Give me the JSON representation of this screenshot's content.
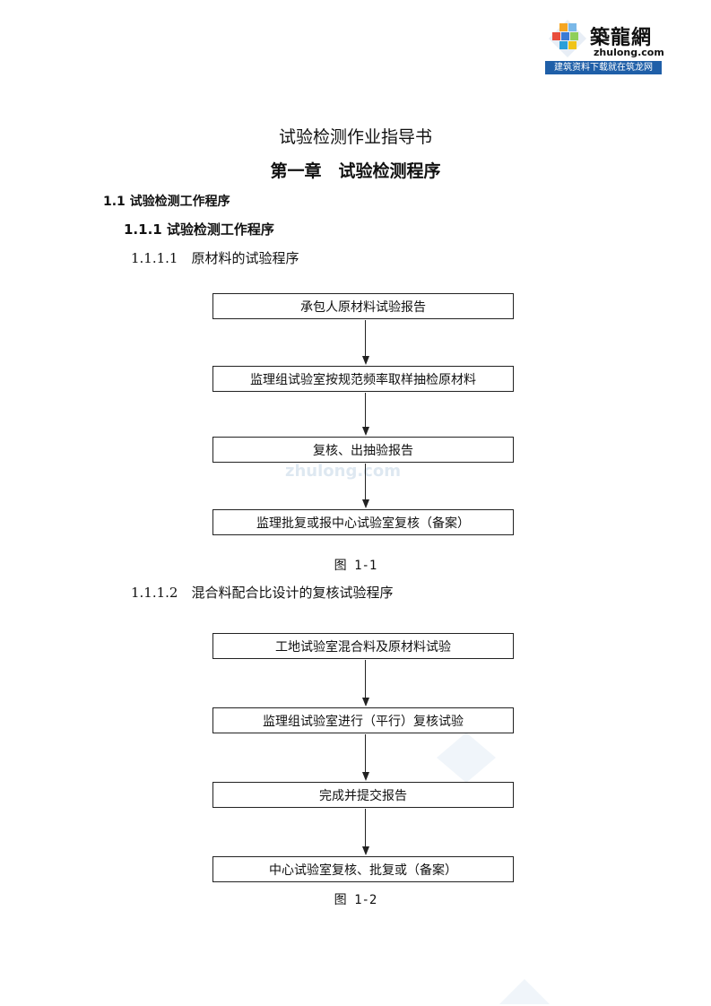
{
  "logo": {
    "name_cn": "築龍網",
    "site": "zhulong.com",
    "slogan": "建筑资料下载就在筑龙网"
  },
  "title": "试验检测作业指导书",
  "chapter": "第一章　试验检测程序",
  "section": "1.1 试验检测工作程序",
  "subsection": "1.1.1 试验检测工作程序",
  "items": [
    {
      "heading": "1.1.1.1　原材料的试验程序",
      "steps": [
        "承包人原材料试验报告",
        "监理组试验室按规范频率取样抽检原材料",
        "复核、出抽验报告",
        "监理批复或报中心试验室复核（备案）"
      ],
      "caption": "图 1-1"
    },
    {
      "heading": "1.1.1.2　混合料配合比设计的复核试验程序",
      "steps": [
        "工地试验室混合料及原材料试验",
        "监理组试验室进行（平行）复核试验",
        "完成并提交报告",
        "中心试验室复核、批复或（备案）"
      ],
      "caption": "图 1-2"
    }
  ],
  "watermark": "zhulong.com",
  "colors": {
    "logo_blue": "#1f5fa8",
    "ink": "#111111"
  }
}
